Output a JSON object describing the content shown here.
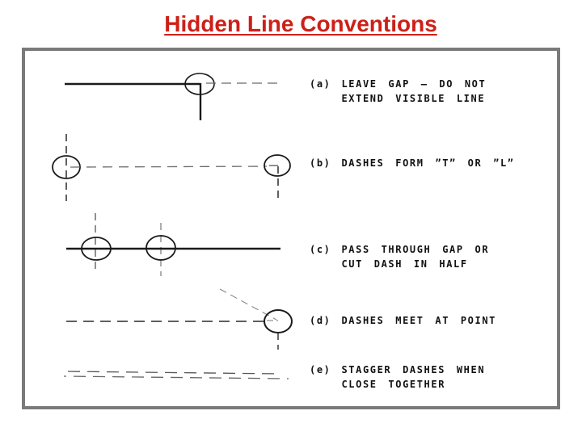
{
  "page": {
    "title": "Hidden Line Conventions"
  },
  "colors": {
    "title_red": "#cc2018",
    "panel_border_gray": "#7a7a7a",
    "ink_black": "#1a1a1a"
  },
  "conventions": [
    {
      "label": "(a)",
      "lines": [
        "LEAVE GAP — DO NOT",
        "EXTEND VISIBLE LINE"
      ]
    },
    {
      "label": "(b)",
      "lines": [
        "DASHES FORM ”T” OR ”L”"
      ]
    },
    {
      "label": "(c)",
      "lines": [
        "PASS THROUGH GAP OR",
        "CUT DASH IN HALF"
      ]
    },
    {
      "label": "(d)",
      "lines": [
        "DASHES MEET AT POINT"
      ]
    },
    {
      "label": "(e)",
      "lines": [
        "STAGGER DASHES WHEN",
        "CLOSE TOGETHER"
      ]
    }
  ]
}
